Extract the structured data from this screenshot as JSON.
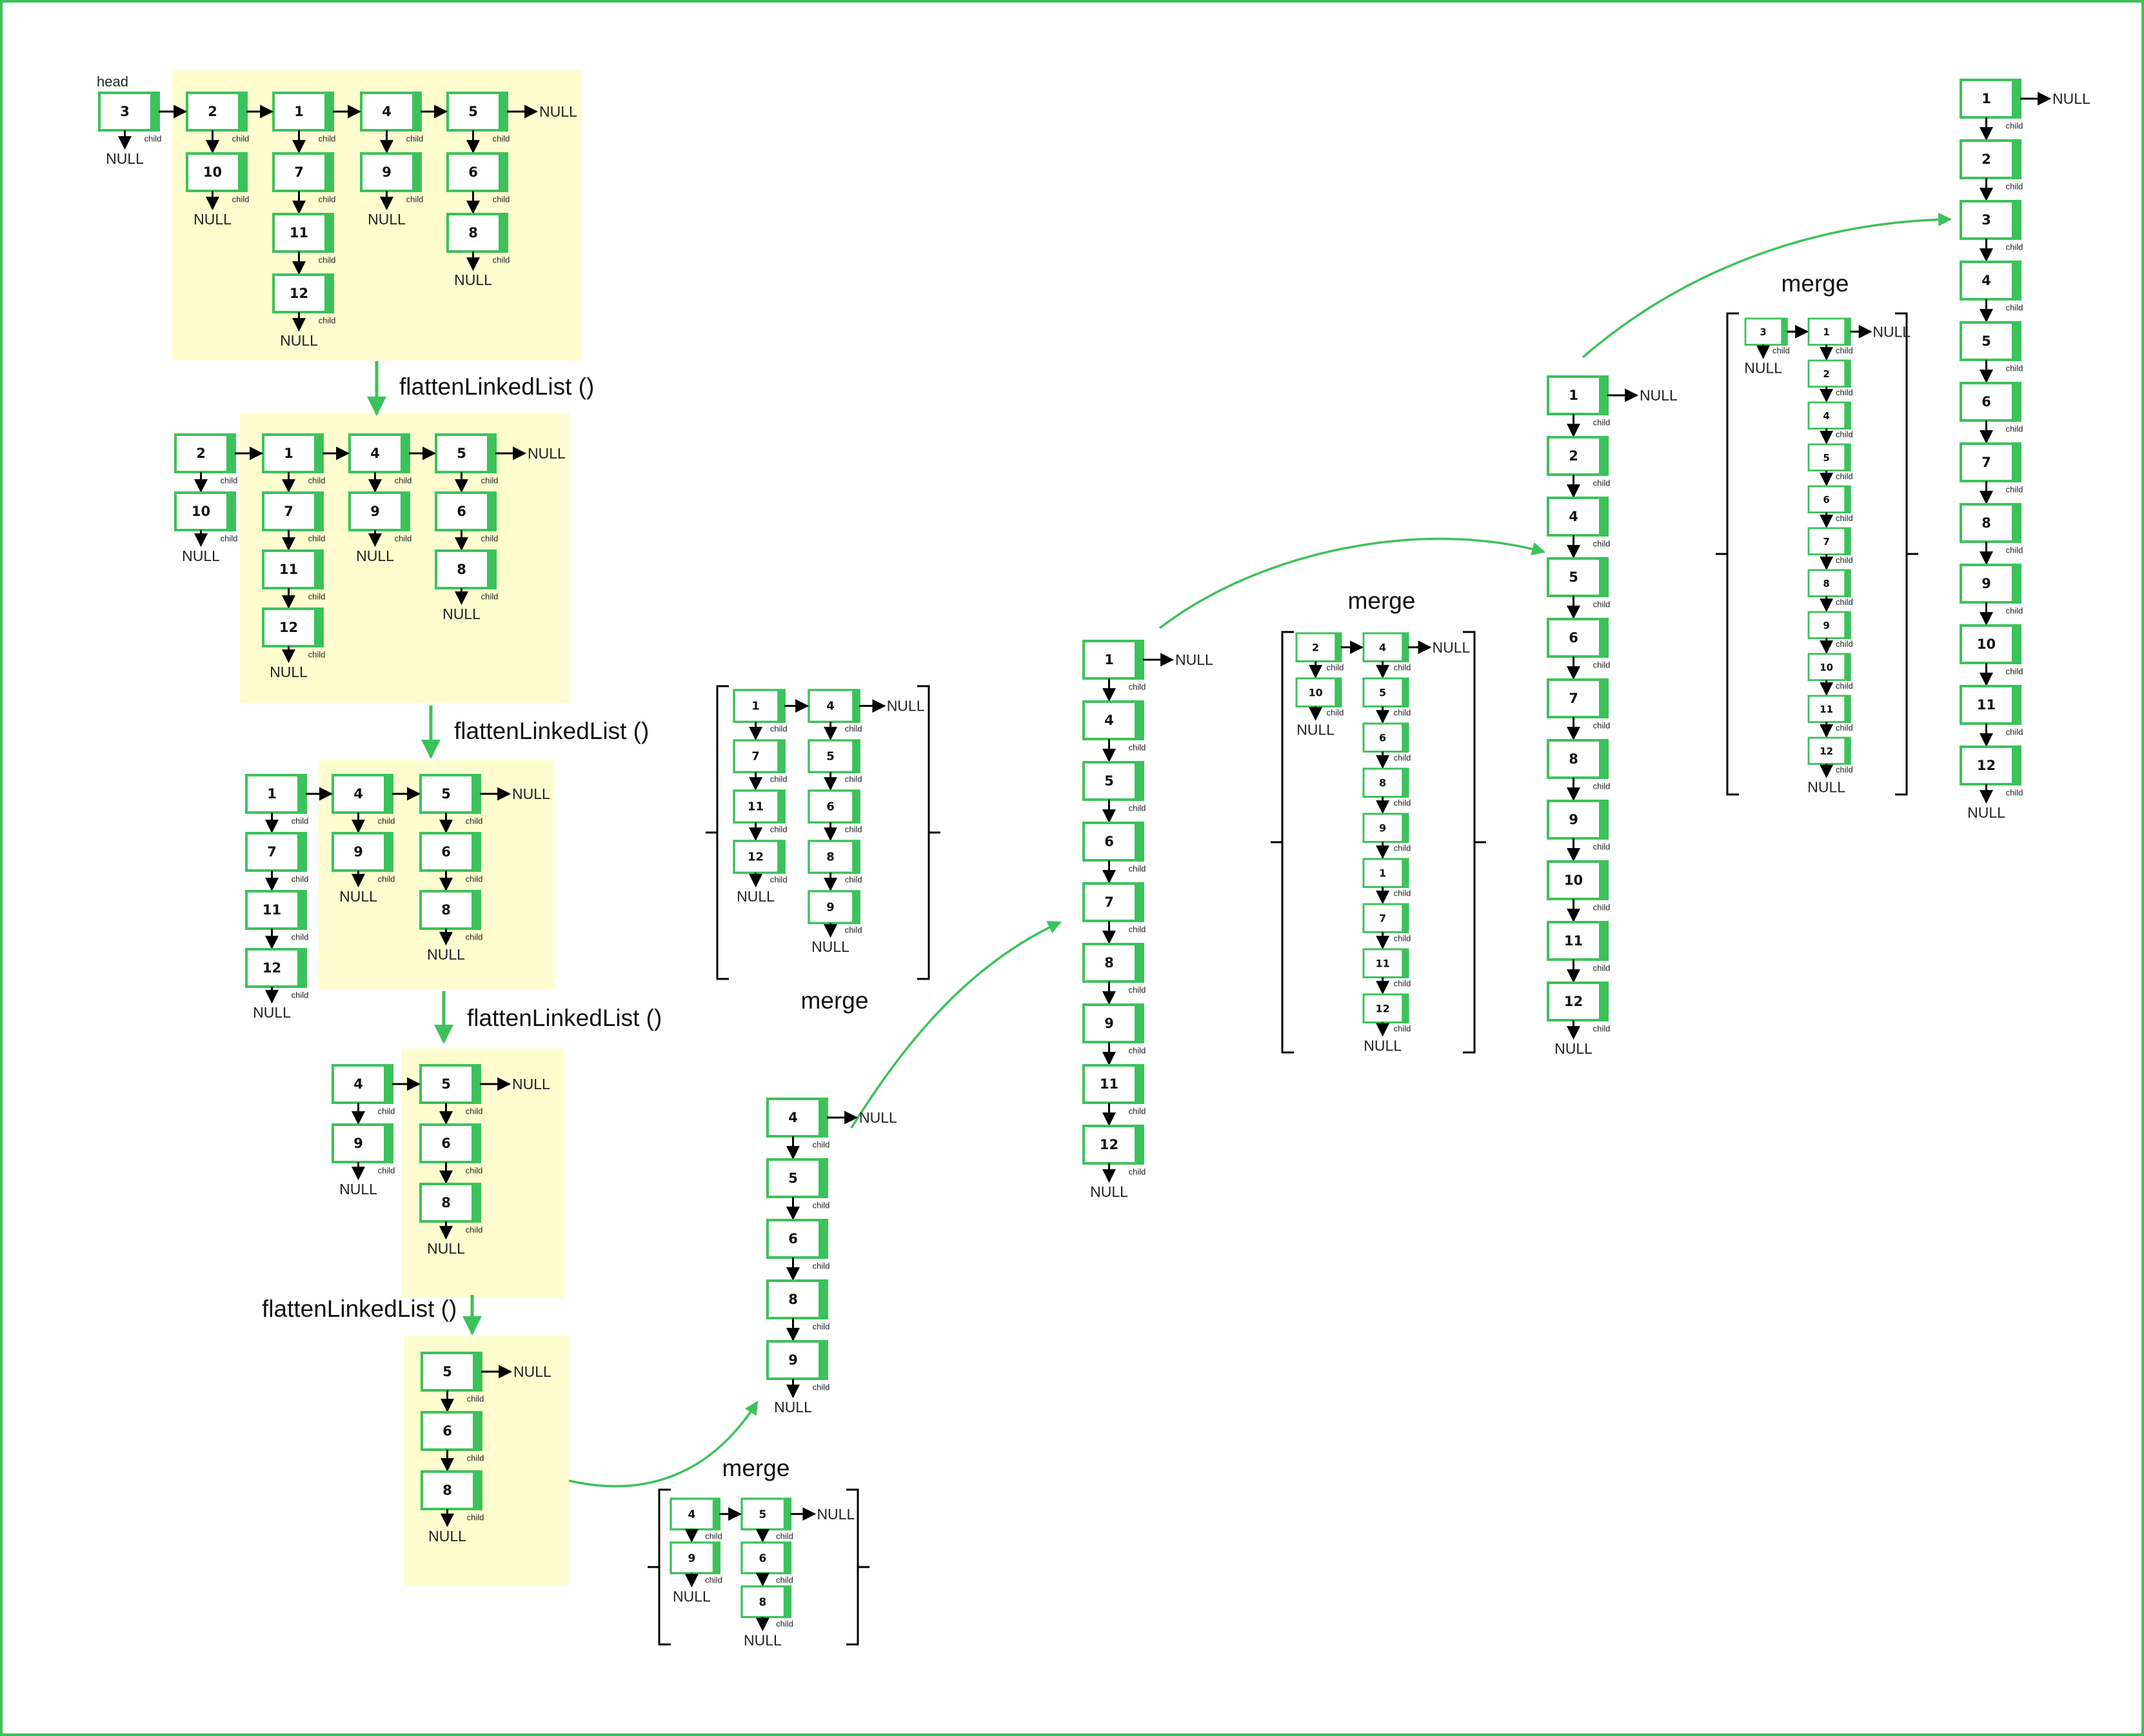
{
  "diagram": {
    "head_label": "head",
    "null_label": "NULL",
    "child_label": "child",
    "step_label": "flattenLinkedList ()",
    "merge_label": "merge",
    "colors": {
      "node_border": "#3cc25a",
      "node_tab": "#3cc25a",
      "highlight": "#fffdd0",
      "arrow": "#000000",
      "flow_arrow": "#3cc25a",
      "frame": "#3cc25a"
    },
    "stages": [
      {
        "lists": [
          [
            3
          ],
          [
            2,
            10
          ],
          [
            1,
            7,
            11,
            12
          ],
          [
            4,
            9
          ],
          [
            5,
            6,
            8
          ]
        ]
      },
      {
        "lists": [
          [
            2,
            10
          ],
          [
            1,
            7,
            11,
            12
          ],
          [
            4,
            9
          ],
          [
            5,
            6,
            8
          ]
        ]
      },
      {
        "lists": [
          [
            1,
            7,
            11,
            12
          ],
          [
            4,
            9
          ],
          [
            5,
            6,
            8
          ]
        ]
      },
      {
        "lists": [
          [
            4,
            9
          ],
          [
            5,
            6,
            8
          ]
        ]
      },
      {
        "lists": [
          [
            5,
            6,
            8
          ]
        ]
      }
    ],
    "merges": [
      {
        "inputs": [
          [
            4,
            9
          ],
          [
            5,
            6,
            8
          ]
        ],
        "result": [
          4,
          5,
          6,
          8,
          9
        ]
      },
      {
        "inputs": [
          [
            1,
            7,
            11,
            12
          ],
          [
            4,
            5,
            6,
            8,
            9
          ]
        ],
        "result": [
          1,
          4,
          5,
          6,
          7,
          8,
          9,
          11,
          12
        ]
      },
      {
        "inputs": [
          [
            2,
            10
          ],
          [
            4,
            5,
            6,
            8,
            9,
            1,
            7,
            11,
            12
          ]
        ],
        "result": [
          1,
          2,
          4,
          5,
          6,
          7,
          8,
          9,
          10,
          11,
          12
        ]
      },
      {
        "inputs": [
          [
            3
          ],
          [
            1,
            2,
            4,
            5,
            6,
            7,
            8,
            9,
            10,
            11,
            12
          ]
        ],
        "result": [
          1,
          2,
          3,
          4,
          5,
          6,
          7,
          8,
          9,
          10,
          11,
          12
        ]
      }
    ]
  }
}
